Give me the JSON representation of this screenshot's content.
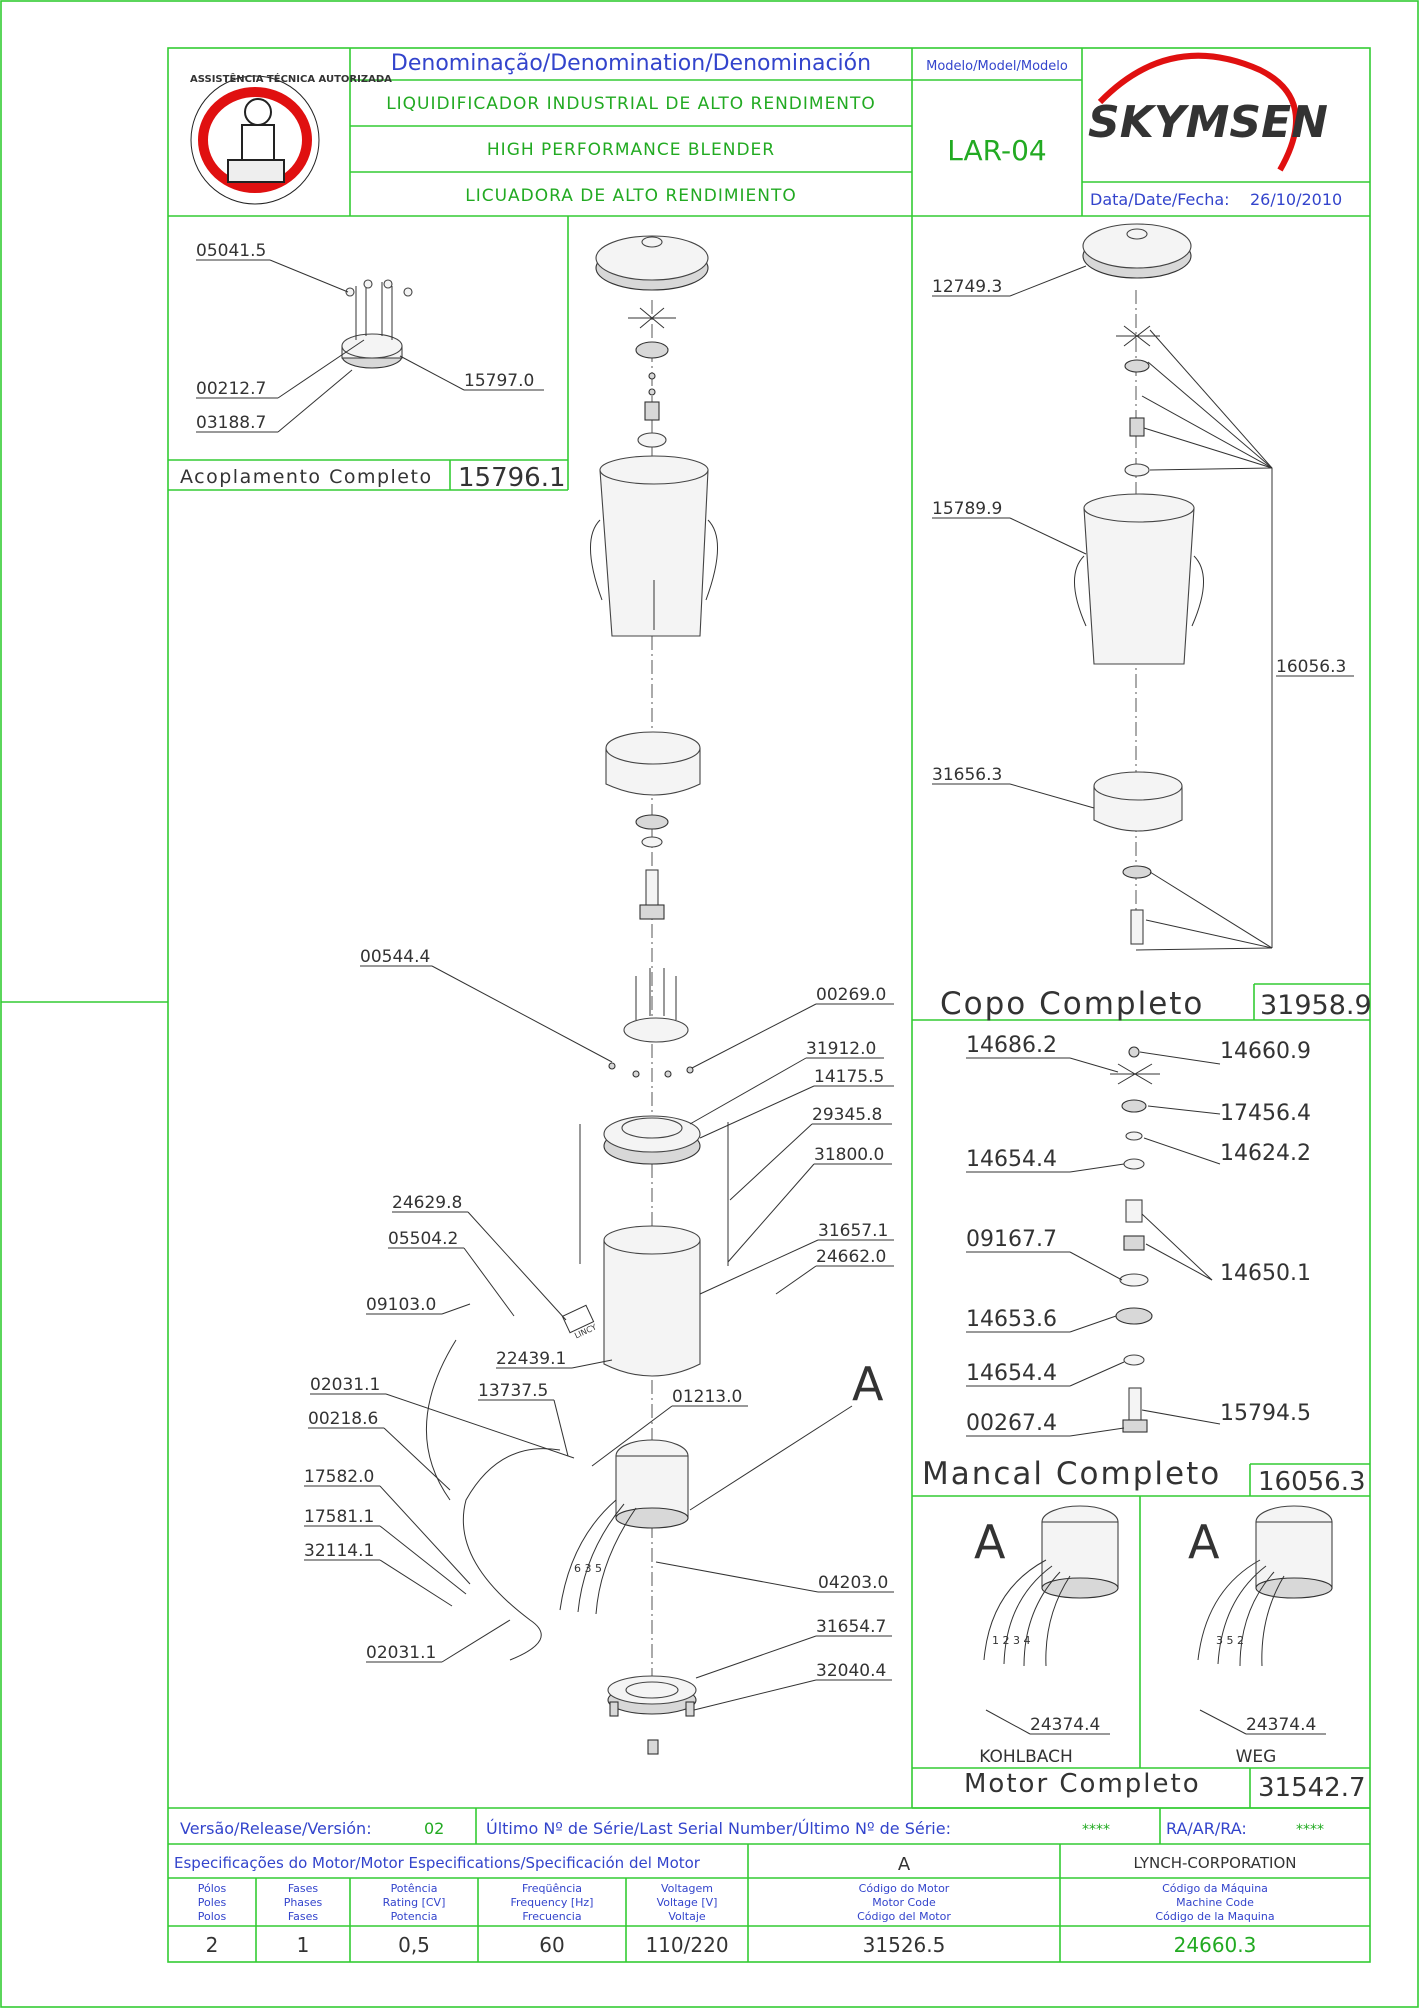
{
  "header": {
    "denomination_title": "Denominação/Denomination/Denominación",
    "name_pt": "LIQUIDIFICADOR INDUSTRIAL DE ALTO RENDIMENTO",
    "name_en": "HIGH PERFORMANCE BLENDER",
    "name_es": "LICUADORA DE ALTO RENDIMIENTO",
    "model_title": "Modelo/Model/Modelo",
    "model_value": "LAR-04",
    "date_label": "Data/Date/Fecha:",
    "date_value": "26/10/2010",
    "seal_text": "ASSISTÊNCIA TÉCNICA AUTORIZADA",
    "brand_logo_text": "SKYMSEN"
  },
  "colors": {
    "frame": "#33cc33",
    "title_text": "#3344cc",
    "value_text": "#22aa22",
    "logo_red": "#e01010"
  },
  "left_callouts": [
    "05041.5",
    "00212.7",
    "03188.7",
    "15797.0",
    "00544.4",
    "00269.0",
    "31912.0",
    "14175.5",
    "29345.8",
    "31800.0",
    "24629.8",
    "05504.2",
    "09103.0",
    "31657.1",
    "24662.0",
    "22439.1",
    "02031.1",
    "13737.5",
    "01213.0",
    "00218.6",
    "17582.0",
    "17581.1",
    "32114.1",
    "04203.0",
    "31654.7",
    "02031.1",
    "32040.4"
  ],
  "detail_label_A": "A",
  "acoplamento": {
    "label": "Acoplamento Completo",
    "code": "15796.1"
  },
  "copo": {
    "label": "Copo Completo",
    "code": "31958.9",
    "callouts": [
      "12749.3",
      "15789.9",
      "16056.3",
      "31656.3"
    ]
  },
  "mancal": {
    "label": "Mancal Completo",
    "code": "16056.3",
    "callouts": [
      "14686.2",
      "14660.9",
      "17456.4",
      "14654.4",
      "14624.2",
      "09167.7",
      "14650.1",
      "14653.6",
      "14654.4",
      "00267.4",
      "15794.5"
    ]
  },
  "motor_variants": [
    {
      "letter": "A",
      "callout": "24374.4",
      "name": "KOHLBACH",
      "wire_numbers": "1 2 3 4"
    },
    {
      "letter": "A",
      "callout": "24374.4",
      "name": "WEG",
      "wire_numbers": "3 5 2"
    }
  ],
  "wiring_numbers": "6 3 5",
  "label_plate_text": "LINCY",
  "motor_completo": {
    "label": "Motor Completo",
    "code": "31542.7"
  },
  "release_row": {
    "version_label": "Versão/Release/Versión:",
    "version_value": "02",
    "serial_label": "Último Nº de Série/Last Serial Number/Último Nº de Série:",
    "serial_value": "****",
    "ra_label": "RA/AR/RA:",
    "ra_value": "****"
  },
  "motor_specs": {
    "title": "Especificações do Motor/Motor Especifications/Specificación del Motor",
    "section_value": "A",
    "manufacturer": "LYNCH-CORPORATION",
    "headers": [
      [
        "Pólos",
        "Poles",
        "Polos"
      ],
      [
        "Fases",
        "Phases",
        "Fases"
      ],
      [
        "Potência",
        "Rating [CV]",
        "Potencia"
      ],
      [
        "Freqüência",
        "Frequency [Hz]",
        "Frecuencia"
      ],
      [
        "Voltagem",
        "Voltage [V]",
        "Voltaje"
      ],
      [
        "Código do Motor",
        "Motor Code",
        "Código del Motor"
      ],
      [
        "Código da Máquina",
        "Machine Code",
        "Código de la Maquina"
      ]
    ],
    "values": [
      "2",
      "1",
      "0,5",
      "60",
      "110/220",
      "31526.5",
      "24660.3"
    ]
  }
}
